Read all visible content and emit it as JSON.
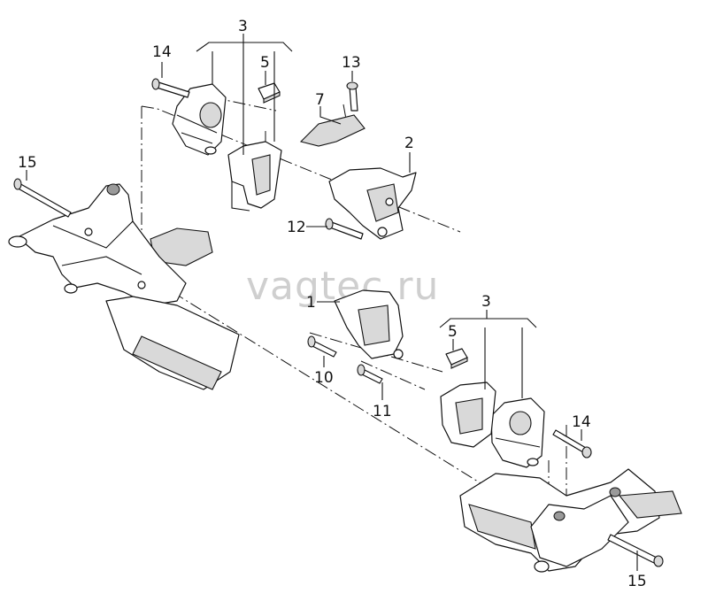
{
  "watermark": "vagtec.ru",
  "callouts": {
    "c3_top": "3",
    "c14_top": "14",
    "c5_top": "5",
    "c13": "13",
    "c7": "7",
    "c2": "2",
    "c15_left": "15",
    "c12": "12",
    "c1": "1",
    "c3_bottom": "3",
    "c5_bottom": "5",
    "c10": "10",
    "c11": "11",
    "c14_bottom": "14",
    "c15_bottom": "15"
  }
}
